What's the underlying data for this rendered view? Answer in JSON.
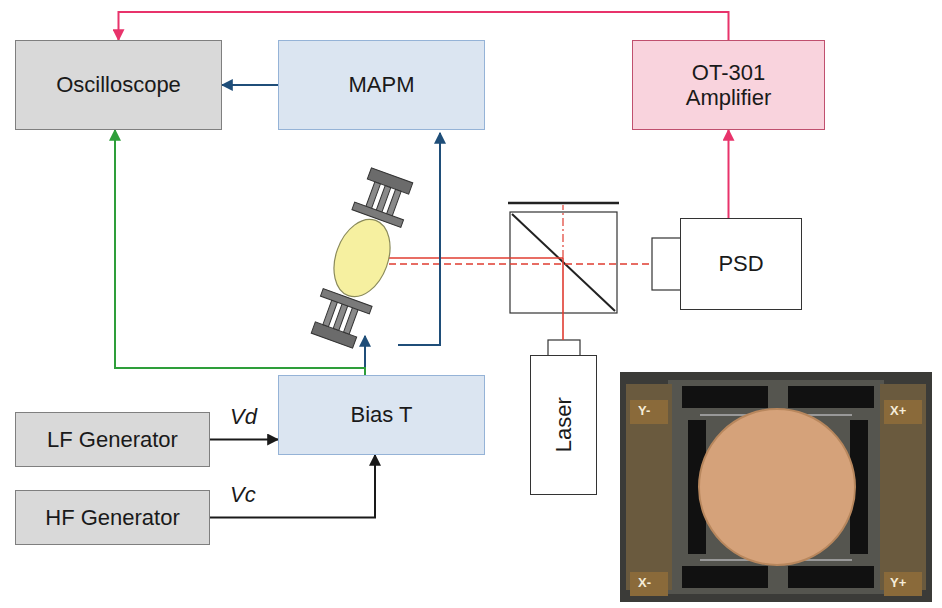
{
  "diagram": {
    "nodes": [
      {
        "text": [
          "Oscilloscope"
        ]
      },
      {
        "text": [
          "MAPM"
        ]
      },
      {
        "text": [
          "OT-301 Amplifier"
        ]
      },
      {
        "text": [
          "PSD"
        ]
      },
      {
        "text": [
          "Laser"
        ]
      },
      {
        "text": [
          "Bias T"
        ]
      },
      {
        "text": [
          "LF Generator"
        ]
      },
      {
        "text": [
          "HF Generator"
        ]
      }
    ],
    "edges": [
      {
        "from": 2,
        "to": 0,
        "arrow": "to"
      },
      {
        "from": 1,
        "to": 0,
        "arrow": "to"
      },
      {
        "from": 3,
        "to": 2,
        "arrow": "to"
      },
      {
        "from": 5,
        "to": 0,
        "arrow": "to"
      },
      {
        "from": 6,
        "to": 5,
        "label": "Vd",
        "arrow": "to"
      },
      {
        "from": 7,
        "to": 5,
        "label": "Vc",
        "arrow": "to"
      }
    ],
    "labels": [
      "Y-",
      "X+",
      "X-",
      "Y+"
    ]
  }
}
